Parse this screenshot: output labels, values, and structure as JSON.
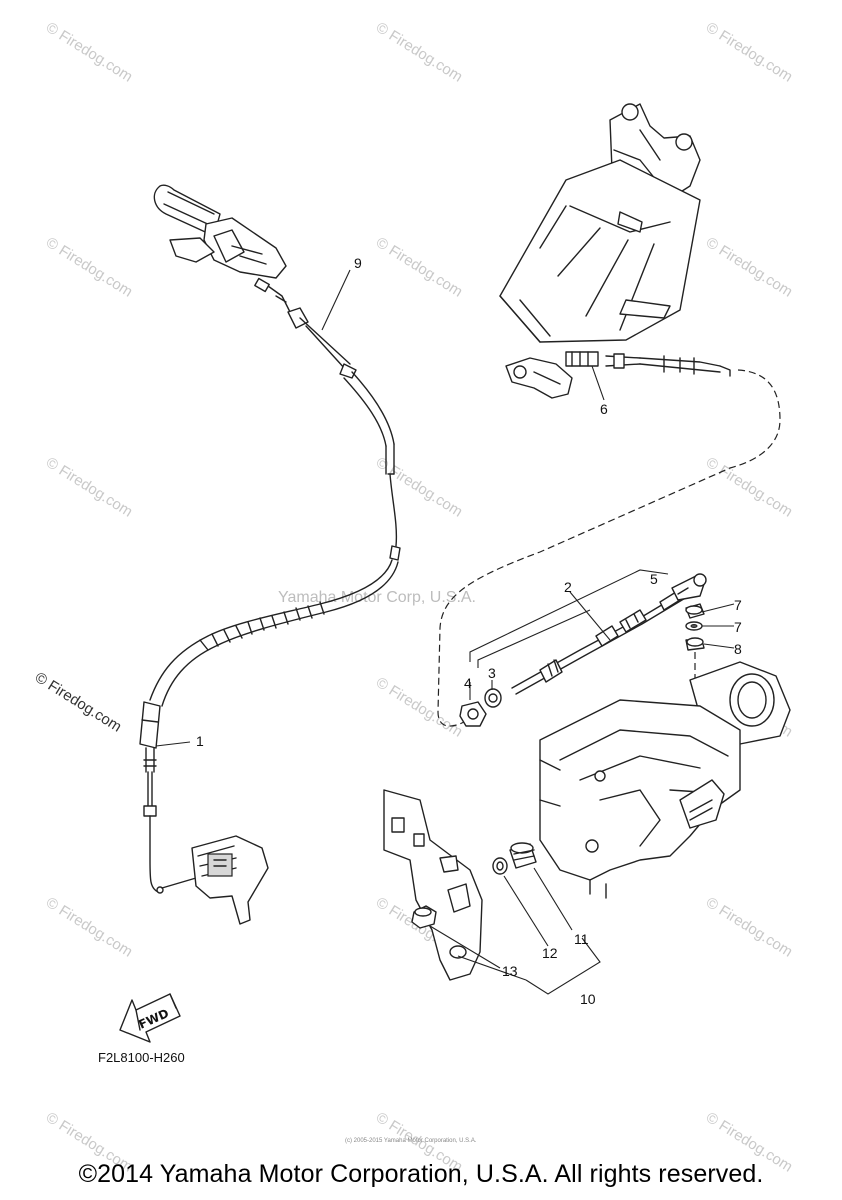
{
  "watermark": {
    "text": "© Firedog.com",
    "center_text": "Yamaha Motor Corp, U.S.A.",
    "side_text": "© Firedog.com"
  },
  "callouts": {
    "c1": "1",
    "c2": "2",
    "c3": "3",
    "c4": "4",
    "c5": "5",
    "c6": "6",
    "c7a": "7",
    "c7b": "7",
    "c8": "8",
    "c9": "9",
    "c10": "10",
    "c11": "11",
    "c12": "12",
    "c13": "13"
  },
  "fwd_label": "FWD",
  "diagram_code": "F2L8100-H260",
  "small_print": "(c) 2005-2015 Yamaha Motor Corporation, U.S.A.",
  "copyright": "©2014 Yamaha Motor Corporation, U.S.A. All rights reserved."
}
